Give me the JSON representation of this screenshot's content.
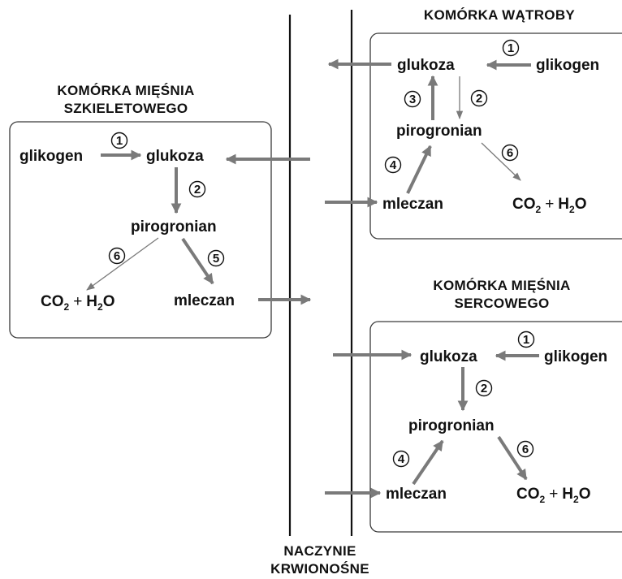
{
  "vessel": {
    "line1": "NACZYNIE",
    "line2": "KRWIONOŚNE"
  },
  "skeletal": {
    "title1": "KOMÓRKA MIĘŚNIA",
    "title2": "SZKIELETOWEGO",
    "glycogen": "glikogen",
    "glucose": "glukoza",
    "pyruvate": "pirogronian",
    "lactate": "mleczan",
    "co2": "CO",
    "co2_sub": "2",
    "plus": "+",
    "h2o_h": "H",
    "h2o_sub": "2",
    "h2o_o": "O"
  },
  "liver": {
    "title": "KOMÓRKA WĄTROBY",
    "glycogen": "glikogen",
    "glucose": "glukoza",
    "pyruvate": "pirogronian",
    "lactate": "mleczan",
    "co2": "CO",
    "co2_sub": "2",
    "plus": "+",
    "h2o_h": "H",
    "h2o_sub": "2",
    "h2o_o": "O"
  },
  "heart": {
    "title1": "KOMÓRKA MIĘŚNIA",
    "title2": "SERCOWEGO",
    "glycogen": "glikogen",
    "glucose": "glukoza",
    "pyruvate": "pirogronian",
    "lactate": "mleczan",
    "co2": "CO",
    "co2_sub": "2",
    "plus": "+",
    "h2o_h": "H",
    "h2o_sub": "2",
    "h2o_o": "O"
  },
  "steps": {
    "s1": "1",
    "s2": "2",
    "s3": "3",
    "s4": "4",
    "s5": "5",
    "s6": "6"
  }
}
